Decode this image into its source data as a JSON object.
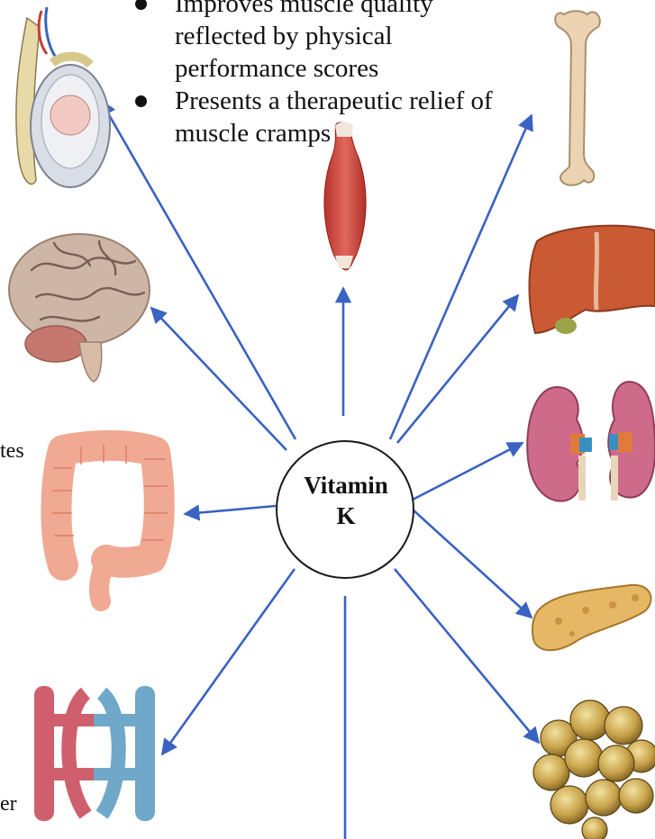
{
  "bullets": [
    "Improves muscle quality reflected by physical performance scores",
    "Presents  a therapeutic relief of muscle cramps"
  ],
  "center": {
    "line1": "Vitamin",
    "line2": "K"
  },
  "cut_labels": {
    "left_mid": "tes",
    "left_bottom": "er"
  },
  "colors": {
    "arrow": "#3a62c1",
    "circle_stroke": "#1a1a1a"
  },
  "organs_left": [
    "testis-icon",
    "brain-icon",
    "intestine-icon",
    "blood-vessel-icon"
  ],
  "organs_right": [
    "bone-icon",
    "liver-icon",
    "kidney-icon",
    "pancreas-icon",
    "adipose-tissue-icon"
  ],
  "organ_top": "muscle-icon"
}
